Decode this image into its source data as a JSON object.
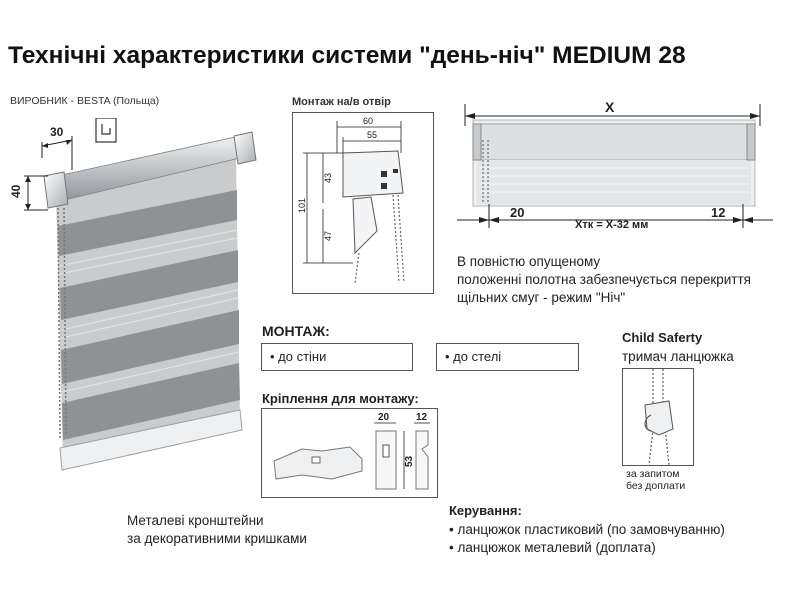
{
  "title": "Технічні характеристики системи \"день-ніч\" MEDIUM 28",
  "manufacturer": "ВИРОБНИК -  BESTA (Польща)",
  "main_drawing": {
    "dim_width": "30",
    "dim_height": "40"
  },
  "mount_diagram": {
    "title": "Монтаж на/в отвір",
    "dim_top_outer": "60",
    "dim_top_inner": "55",
    "dim_total": "101",
    "dim_upper": "43",
    "dim_lower": "47"
  },
  "width_diagram": {
    "dim_x": "X",
    "dim_left": "20",
    "dim_right": "12",
    "formula": "Xтк = X-32 мм"
  },
  "night_mode_text": [
    "В повністю опущеному",
    "положенні полотна забезпечується перекриття",
    "щільних смуг - режим \"Ніч\""
  ],
  "mounting": {
    "title": "МОНТАЖ:",
    "options": [
      "• до стіни",
      "• до стелі"
    ]
  },
  "fastening": {
    "title": "Кріплення для монтажу:",
    "dim_width": "20",
    "dim_depth": "12",
    "dim_height": "53",
    "caption": [
      "Металеві кронштейни",
      "за декоративними кришками"
    ]
  },
  "child_safety": {
    "title": "Child Saferty",
    "subtitle": "тримач ланцюжка",
    "note": [
      "за запитом",
      "без доплати"
    ]
  },
  "control": {
    "title": "Керування:",
    "items": [
      "• ланцюжок пластиковий (по замовчуванню)",
      "• ланцюжок металевий (доплата)"
    ]
  }
}
